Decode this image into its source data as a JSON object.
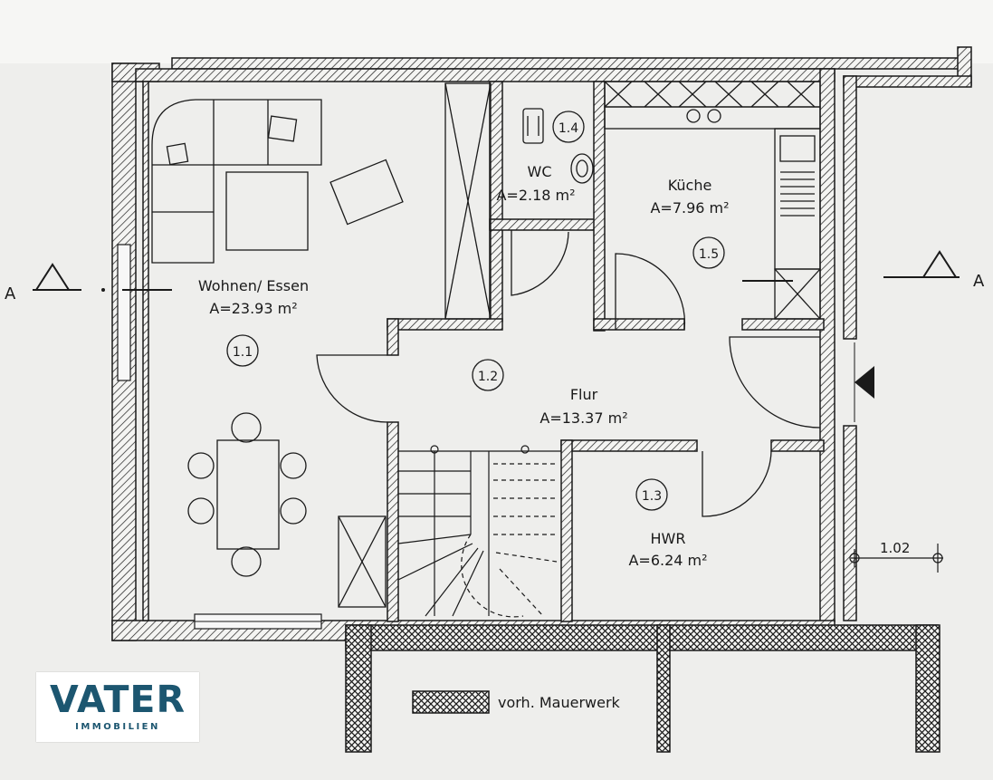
{
  "rooms": [
    {
      "name": "Wohnen/ Essen",
      "area": "A=23.93 m²",
      "number": "1.1"
    },
    {
      "name": "Flur",
      "area": "A=13.37 m²",
      "number": "1.2"
    },
    {
      "name": "HWR",
      "area": "A=6.24 m²",
      "number": "1.3"
    },
    {
      "name": "WC",
      "area": "A=2.18 m²",
      "number": "1.4"
    },
    {
      "name": "Küche",
      "area": "A=7.96 m²",
      "number": "1.5"
    }
  ],
  "section_marker": "A",
  "dimension": "1.02",
  "legend": {
    "label": "vorh. Mauerwerk"
  },
  "logo": {
    "main": "VATER",
    "sub": "IMMOBILIEN"
  },
  "colors": {
    "paper": "#f2f2f0",
    "ink": "#1a1a1a",
    "brand": "#1c5670"
  }
}
